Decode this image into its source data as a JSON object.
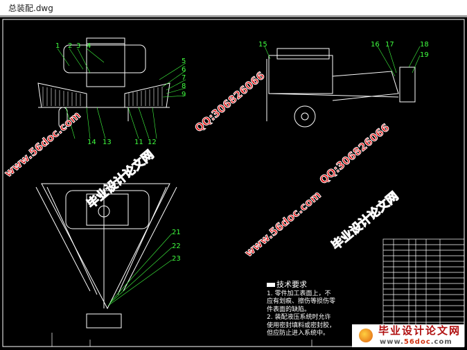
{
  "window": {
    "title": "总装配.dwg"
  },
  "drawing": {
    "part_labels_top": [
      "1",
      "2",
      "3",
      "4",
      "5",
      "6",
      "7",
      "8",
      "9",
      "11",
      "12",
      "13",
      "14"
    ],
    "part_labels_side": [
      "15",
      "16",
      "17",
      "18",
      "19"
    ],
    "part_labels_bottom": [
      "21",
      "22",
      "23"
    ],
    "line_color": "#ffffff",
    "label_color": "#40ff40"
  },
  "tech_requirements": {
    "heading": "技术要求",
    "item1": "1. 零件加工表面上，不应有划痕、擦伤等损伤零件表面的缺陷。",
    "item2": "2. 装配液压系统时允许使用密封填料或密封胶，但应防止进入系统中。"
  },
  "watermarks": {
    "site_name": "毕业设计论文网",
    "url": "www.56doc.com",
    "qq": "QQ:306826066",
    "watermark_color": "#e01010"
  },
  "logo": {
    "main": "毕业设计论文网",
    "url_prefix": "www.",
    "url_number": "56doc",
    "url_suffix": ".com"
  }
}
